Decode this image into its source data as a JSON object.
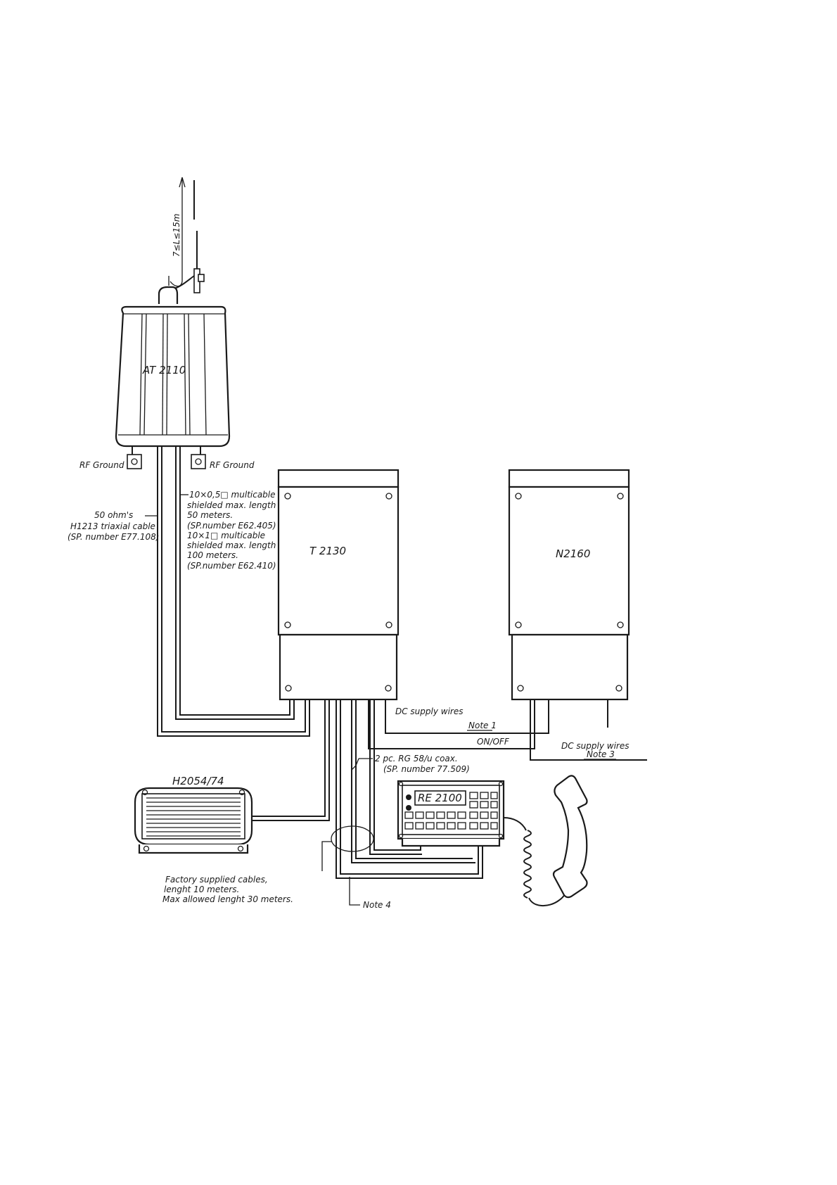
{
  "units": {
    "antenna_tuner": "AT 2110",
    "transceiver": "T 2130",
    "power_supply": "N2160",
    "loudspeaker": "H2054/74",
    "control_unit": "RE 2100"
  },
  "antenna": {
    "length_note": "7≤L≤15m"
  },
  "labels": {
    "rf_ground_left": "RF Ground",
    "rf_ground_right": "RF Ground",
    "coax_cable": [
      "50 ohm's",
      "H1213 triaxial cable",
      "(SP. number E77.108)"
    ],
    "multicable": [
      "10×0,5□ multicable",
      "shielded max. length",
      "50 meters.",
      "(SP.number E62.405)",
      "10×1□ multicable",
      "shielded max. length",
      "100 meters.",
      "(SP.number E62.410)"
    ],
    "dc_supply_1": "DC supply wires",
    "note_1": "Note 1",
    "on_off": "ON/OFF",
    "dc_supply_2": "DC supply wires",
    "note_3": "Note 3",
    "rg58": [
      "2 pc. RG 58/u coax.",
      "(SP. number 77.509)"
    ],
    "factory": [
      "Factory supplied cables,",
      "lenght 10 meters.",
      "Max allowed lenght 30 meters."
    ],
    "note_4": "Note 4"
  }
}
